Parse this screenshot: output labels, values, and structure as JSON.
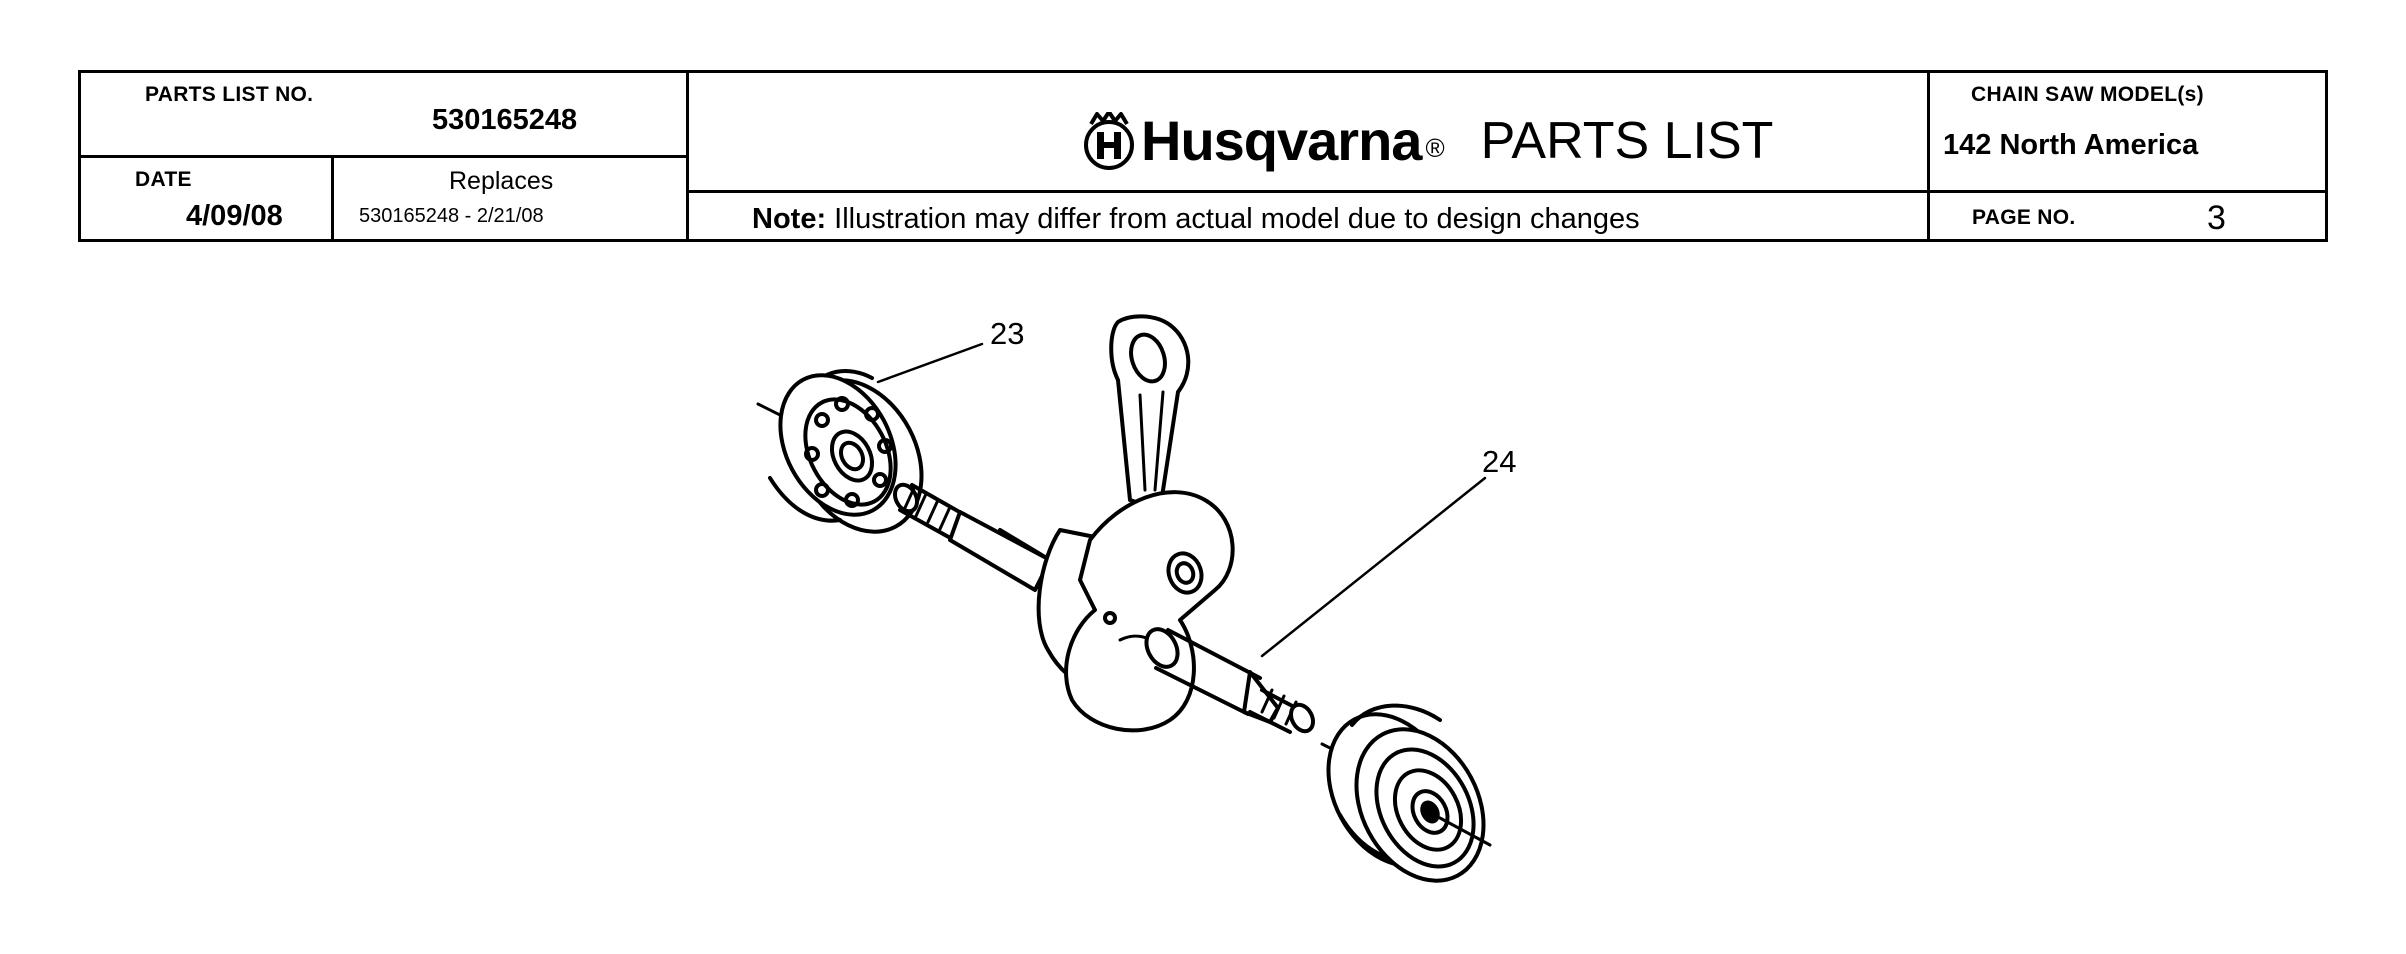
{
  "header": {
    "parts_list_no_label": "PARTS LIST NO.",
    "parts_list_no_value": "530165248",
    "date_label": "DATE",
    "date_value": "4/09/08",
    "replaces_label": "Replaces",
    "replaces_value": "530165248 - 2/21/08",
    "brand_name": "Husqvarna",
    "brand_reg_mark": "®",
    "doc_title": "PARTS LIST",
    "note_label": "Note:",
    "note_text": " Illustration may differ from actual model due to design changes",
    "model_label": "CHAIN SAW MODEL(s)",
    "model_value": "142 North America",
    "page_label": "PAGE  NO.",
    "page_value": "3"
  },
  "illustration": {
    "callouts": [
      "23",
      "24"
    ]
  }
}
